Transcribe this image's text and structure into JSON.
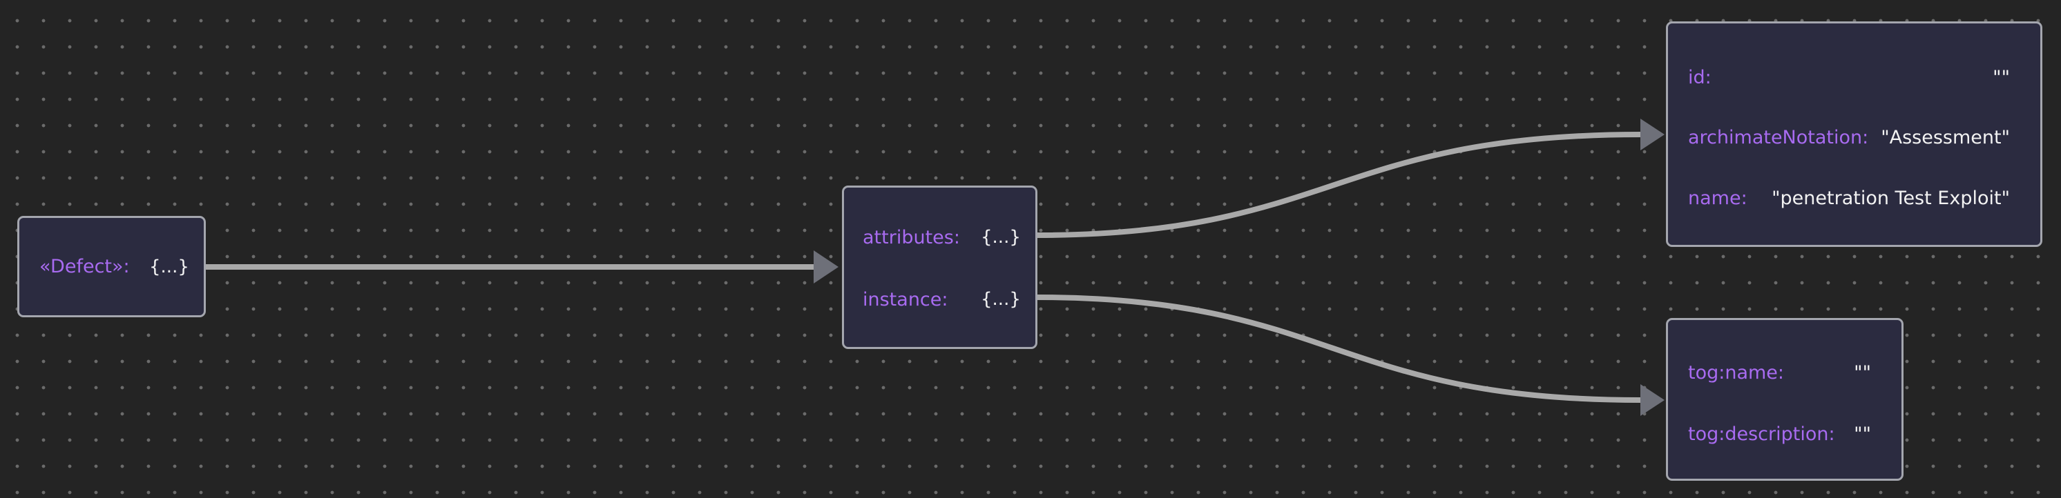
{
  "nodes": {
    "root": {
      "key": "«Defect»:",
      "value": "{...}"
    },
    "middle": {
      "rows": [
        {
          "key": "attributes:",
          "value": "{...}"
        },
        {
          "key": "instance:",
          "value": "{...}"
        }
      ]
    },
    "attributes": {
      "rows": [
        {
          "key": "id:",
          "value": "\"\""
        },
        {
          "key": "archimateNotation:",
          "value": "\"Assessment\""
        },
        {
          "key": "name:",
          "value": "\"penetration Test Exploit\""
        }
      ]
    },
    "instance": {
      "rows": [
        {
          "key": "tog:name:",
          "value": "\"\""
        },
        {
          "key": "tog:description:",
          "value": "\"\""
        }
      ]
    }
  },
  "colors": {
    "background": "#242424",
    "grid_dot": "#6b6b6b",
    "node_fill": "#2b2b40",
    "node_border": "#a4a6ae",
    "key_text": "#a86bf0",
    "value_text": "#f2f2f2",
    "edge": "#a9a9a9",
    "arrowhead": "#6e7079"
  }
}
